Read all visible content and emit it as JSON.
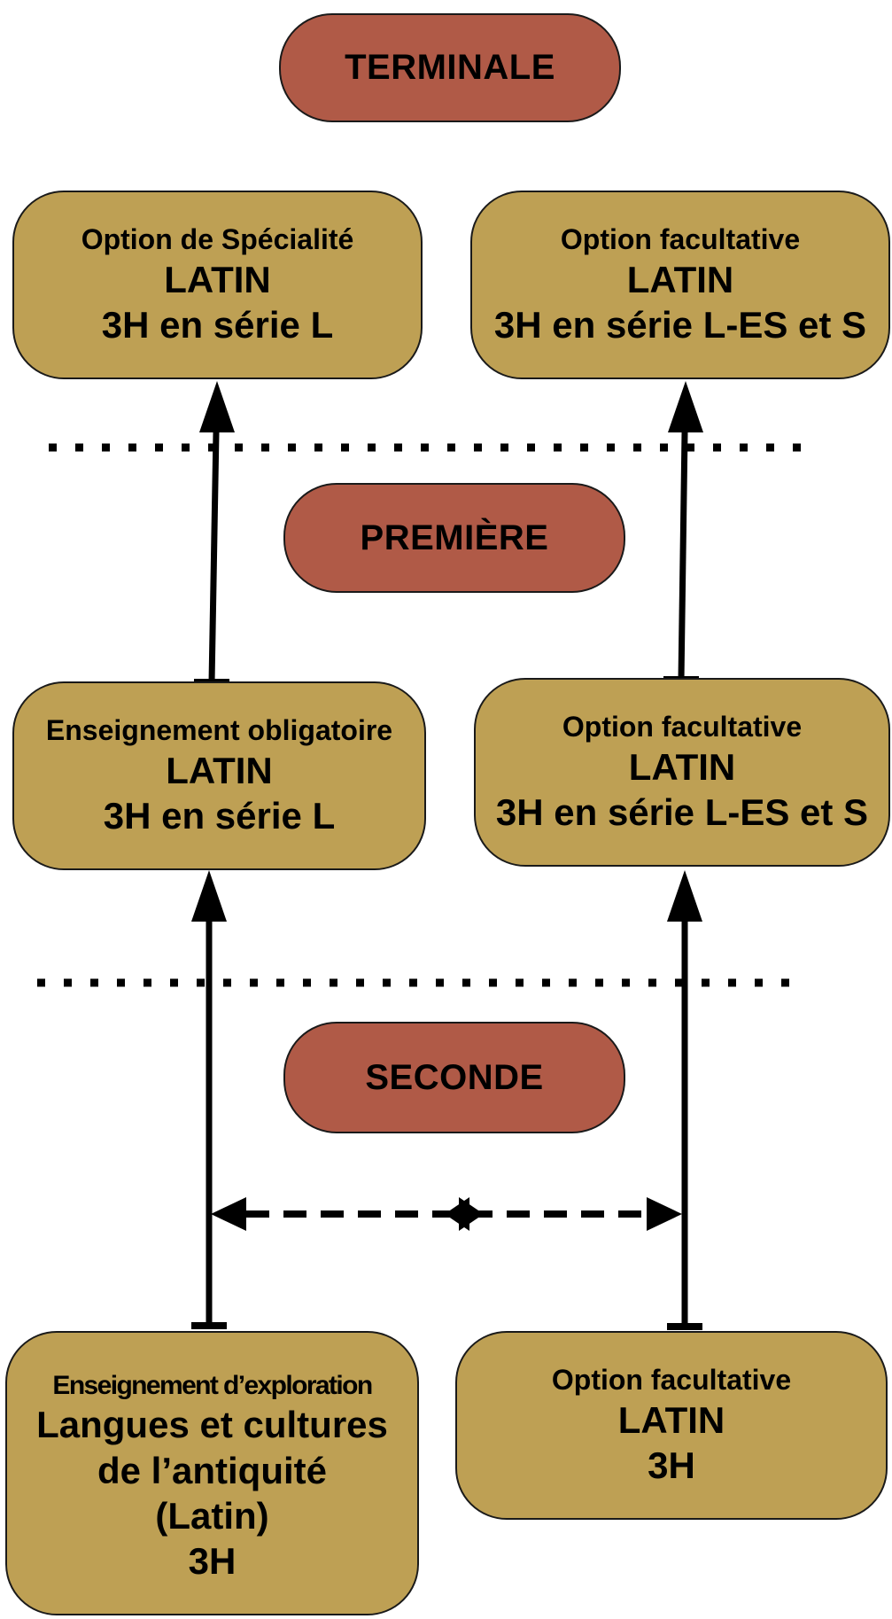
{
  "levels": {
    "terminale": "TERMINALE",
    "premiere": "PREMIÈRE",
    "seconde": "SECONDE"
  },
  "terminale": {
    "left": {
      "type": "Option de Spécialité",
      "subject": "LATIN",
      "hours": "3H en série L"
    },
    "right": {
      "type": "Option facultative",
      "subject": "LATIN",
      "hours": "3H en série L-ES et S"
    }
  },
  "premiere": {
    "left": {
      "type": "Enseignement obligatoire",
      "subject": "LATIN",
      "hours": "3H en série L"
    },
    "right": {
      "type": "Option facultative",
      "subject": "LATIN",
      "hours": "3H en série L-ES et S"
    }
  },
  "seconde": {
    "left": {
      "type": "Enseignement d’exploration",
      "line1": "Langues et cultures",
      "line2": "de l’antiquité",
      "line3": "(Latin)",
      "hours": "3H"
    },
    "right": {
      "type": "Option facultative",
      "subject": "LATIN",
      "hours": "3H"
    }
  },
  "colors": {
    "level_pill": "#b05a47",
    "box": "#bea054",
    "stroke": "#000000"
  }
}
